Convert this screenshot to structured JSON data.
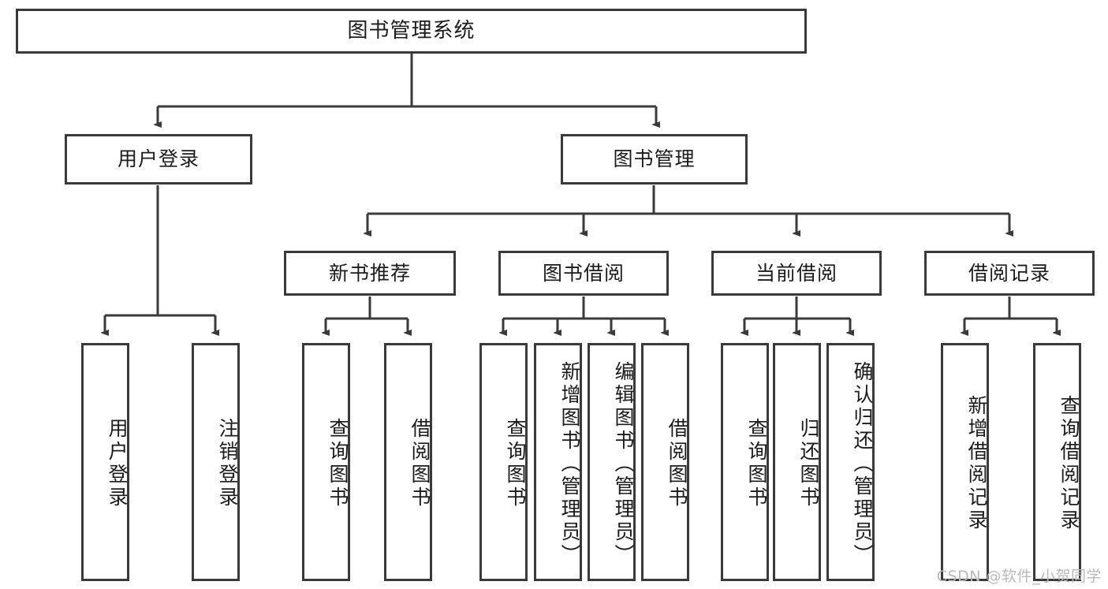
{
  "diagram": {
    "title": "图书管理系统",
    "watermark": "CSDN @软件_小贺同学",
    "stroke_color": "#3a3a3a",
    "background_color": "#ffffff",
    "text_color": "#1b1b1b",
    "watermark_color": "#b9b9b9",
    "root": {
      "label": "图书管理系统"
    },
    "level1": [
      {
        "label": "用户登录"
      },
      {
        "label": "图书管理"
      }
    ],
    "level2": [
      {
        "label": "新书推荐"
      },
      {
        "label": "图书借阅"
      },
      {
        "label": "当前借阅"
      },
      {
        "label": "借阅记录"
      }
    ],
    "leaves": {
      "user_login": [
        {
          "label": "用户登录"
        },
        {
          "label": "注销登录"
        }
      ],
      "new_book_recommend": [
        {
          "label": "查询图书"
        },
        {
          "label": "借阅图书"
        }
      ],
      "book_borrow": [
        {
          "label": "查询图书"
        },
        {
          "label": "新增图书（管理员）"
        },
        {
          "label": "编辑图书（管理员）"
        },
        {
          "label": "借阅图书"
        }
      ],
      "current_borrow": [
        {
          "label": "查询图书"
        },
        {
          "label": "归还图书"
        },
        {
          "label": "确认归还（管理员）"
        }
      ],
      "borrow_records": [
        {
          "label": "新增借阅记录"
        },
        {
          "label": "查询借阅记录"
        }
      ]
    }
  }
}
